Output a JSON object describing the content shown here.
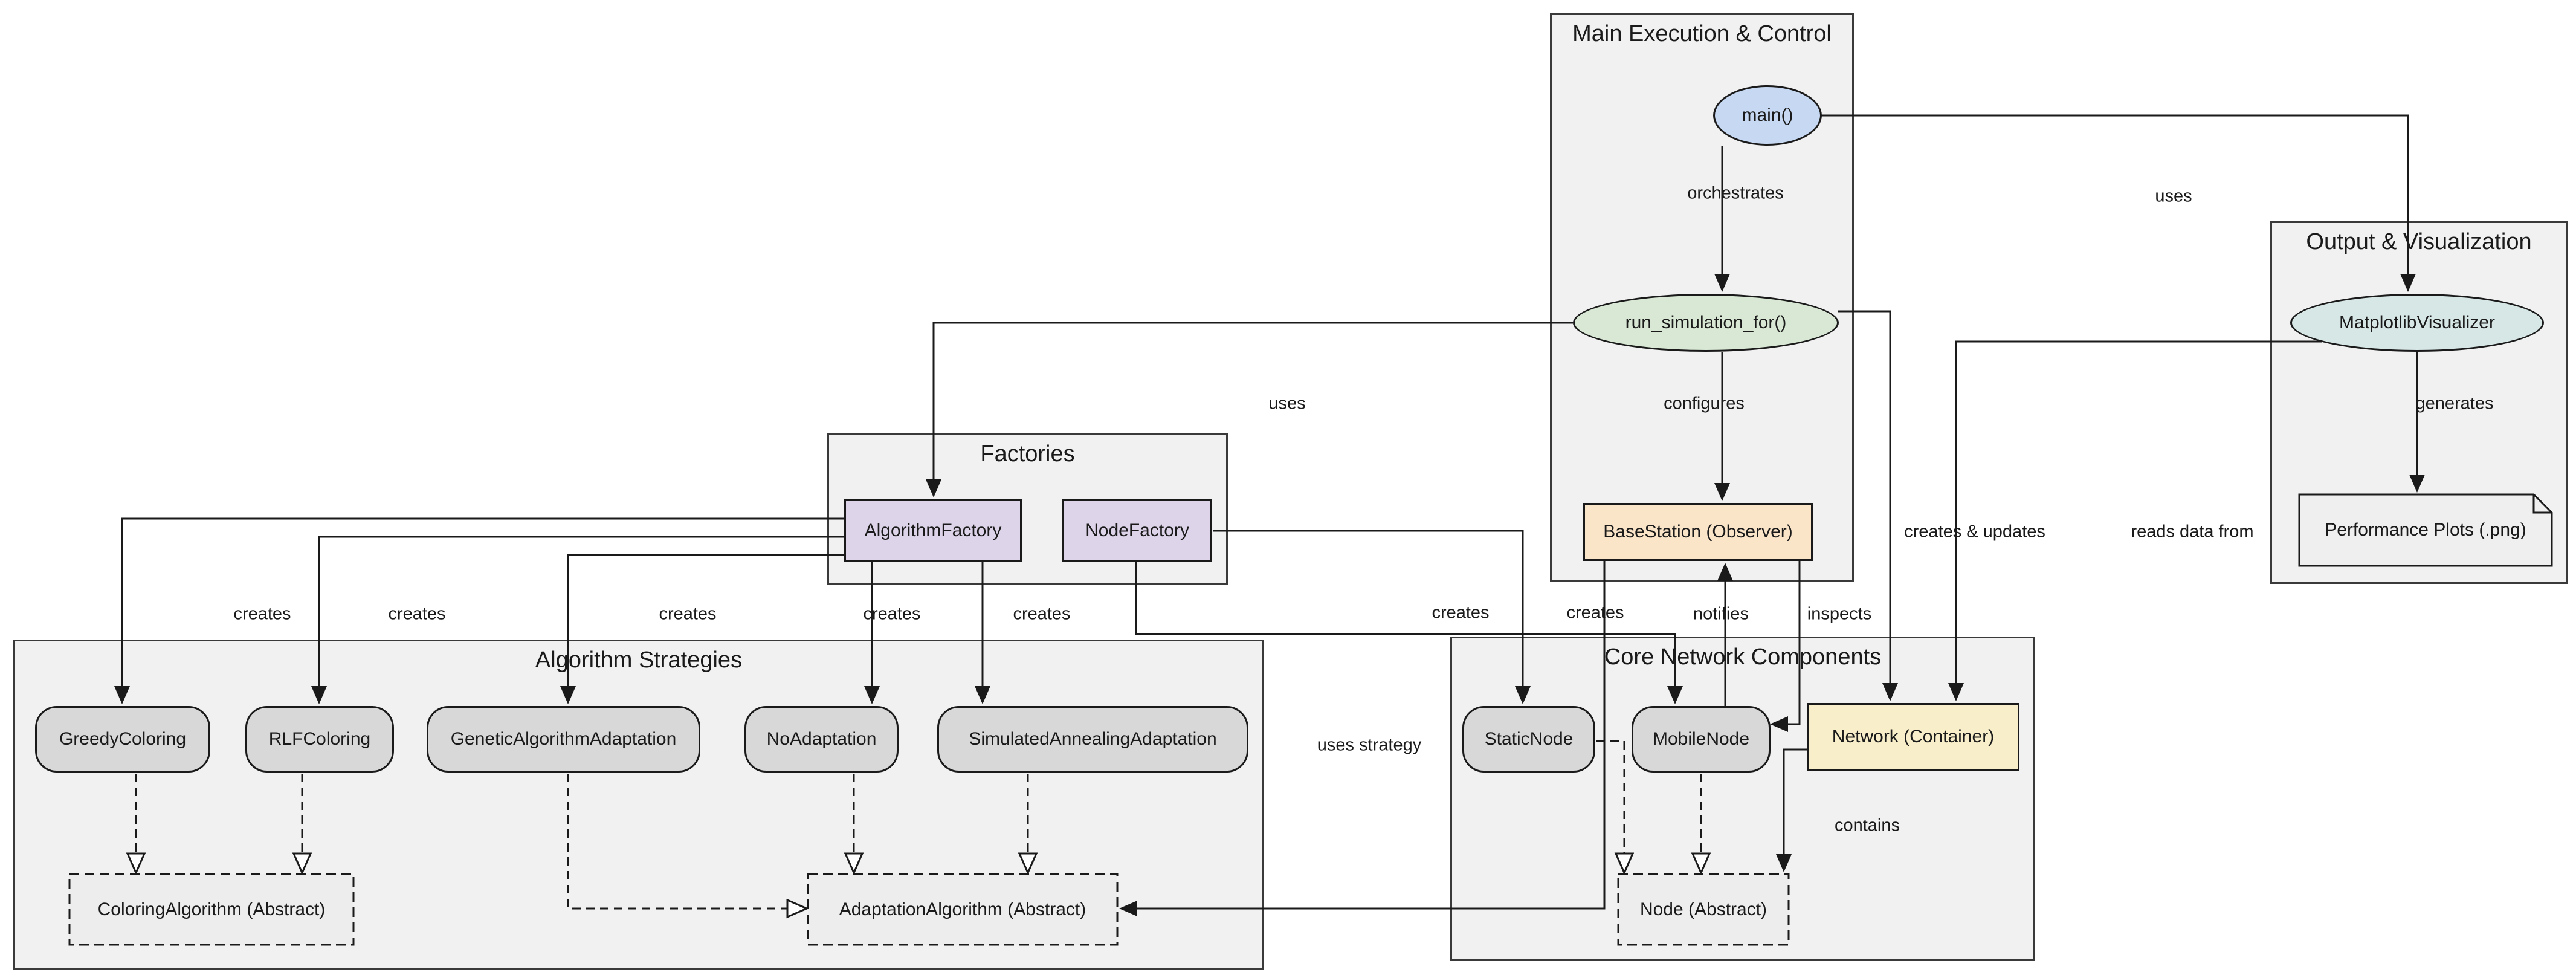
{
  "diagram": {
    "clusters": {
      "main_execution": {
        "title": "Main Execution & Control"
      },
      "output_visualization": {
        "title": "Output & Visualization"
      },
      "factories": {
        "title": "Factories"
      },
      "algorithm_strategies": {
        "title": "Algorithm Strategies"
      },
      "core_network": {
        "title": "Core Network Components"
      }
    },
    "nodes": {
      "main": {
        "label": "main()",
        "shape": "ellipse",
        "fill": "#c7d9f2"
      },
      "run_simulation_for": {
        "label": "run_simulation_for()",
        "shape": "ellipse",
        "fill": "#d8e8d4"
      },
      "matplotlib_visualizer": {
        "label": "MatplotlibVisualizer",
        "shape": "ellipse",
        "fill": "#d7e7e6"
      },
      "basestation": {
        "label": "BaseStation (Observer)",
        "shape": "box",
        "fill": "#fbe5c9"
      },
      "algorithm_factory": {
        "label": "AlgorithmFactory",
        "shape": "box",
        "fill": "#ded4ea"
      },
      "node_factory": {
        "label": "NodeFactory",
        "shape": "box",
        "fill": "#ded4ea"
      },
      "greedy_coloring": {
        "label": "GreedyColoring",
        "shape": "rounded",
        "fill": "#d8d8d8"
      },
      "rlf_coloring": {
        "label": "RLFColoring",
        "shape": "rounded",
        "fill": "#d8d8d8"
      },
      "genetic_algorithm_adaptation": {
        "label": "GeneticAlgorithmAdaptation",
        "shape": "rounded",
        "fill": "#d8d8d8"
      },
      "no_adaptation": {
        "label": "NoAdaptation",
        "shape": "rounded",
        "fill": "#d8d8d8"
      },
      "simulated_annealing_adaptation": {
        "label": "SimulatedAnnealingAdaptation",
        "shape": "rounded",
        "fill": "#d8d8d8"
      },
      "coloring_algorithm_abstract": {
        "label": "ColoringAlgorithm (Abstract)",
        "shape": "dashed-box",
        "fill": "#ededed"
      },
      "adaptation_algorithm_abstract": {
        "label": "AdaptationAlgorithm (Abstract)",
        "shape": "dashed-box",
        "fill": "#ededed"
      },
      "static_node": {
        "label": "StaticNode",
        "shape": "rounded",
        "fill": "#d8d8d8"
      },
      "mobile_node": {
        "label": "MobileNode",
        "shape": "rounded",
        "fill": "#d8d8d8"
      },
      "network_container": {
        "label": "Network (Container)",
        "shape": "box",
        "fill": "#f8eec9"
      },
      "node_abstract": {
        "label": "Node (Abstract)",
        "shape": "dashed-box",
        "fill": "#ededed"
      },
      "performance_plots": {
        "label": "Performance Plots (.png)",
        "shape": "note",
        "fill": "#efefef"
      }
    },
    "edge_labels": {
      "orchestrates": "orchestrates",
      "uses_main_to_visualizer": "uses",
      "uses_runsim_to_factory": "uses",
      "configures": "configures",
      "generates": "generates",
      "creates_greedy": "creates",
      "creates_rlf": "creates",
      "creates_genetic": "creates",
      "creates_noadaptation": "creates",
      "creates_simulated": "creates",
      "creates_staticnode": "creates",
      "creates_mobilenode": "creates",
      "notifies": "notifies",
      "inspects": "inspects",
      "creates_and_updates": "creates & updates",
      "reads_data_from": "reads data from",
      "uses_strategy": "uses strategy",
      "contains": "contains"
    },
    "edges": [
      {
        "from": "main()",
        "to": "run_simulation_for()",
        "label": "orchestrates",
        "style": "solid"
      },
      {
        "from": "main()",
        "to": "MatplotlibVisualizer",
        "label": "uses",
        "style": "solid"
      },
      {
        "from": "run_simulation_for()",
        "to": "AlgorithmFactory",
        "label": "uses",
        "style": "solid"
      },
      {
        "from": "run_simulation_for()",
        "to": "BaseStation (Observer)",
        "label": "configures",
        "style": "solid"
      },
      {
        "from": "run_simulation_for()",
        "to": "Network (Container)",
        "label": "creates & updates",
        "style": "solid"
      },
      {
        "from": "MatplotlibVisualizer",
        "to": "Network (Container)",
        "label": "reads data from",
        "style": "solid"
      },
      {
        "from": "MatplotlibVisualizer",
        "to": "Performance Plots (.png)",
        "label": "generates",
        "style": "solid"
      },
      {
        "from": "AlgorithmFactory",
        "to": "GreedyColoring",
        "label": "creates",
        "style": "solid"
      },
      {
        "from": "AlgorithmFactory",
        "to": "RLFColoring",
        "label": "creates",
        "style": "solid"
      },
      {
        "from": "AlgorithmFactory",
        "to": "GeneticAlgorithmAdaptation",
        "label": "creates",
        "style": "solid"
      },
      {
        "from": "AlgorithmFactory",
        "to": "NoAdaptation",
        "label": "creates",
        "style": "solid"
      },
      {
        "from": "AlgorithmFactory",
        "to": "SimulatedAnnealingAdaptation",
        "label": "creates",
        "style": "solid"
      },
      {
        "from": "NodeFactory",
        "to": "StaticNode",
        "label": "creates",
        "style": "solid"
      },
      {
        "from": "NodeFactory",
        "to": "MobileNode",
        "label": "creates",
        "style": "solid"
      },
      {
        "from": "BaseStation (Observer)",
        "to": "AdaptationAlgorithm (Abstract)",
        "label": "uses strategy",
        "style": "solid"
      },
      {
        "from": "MobileNode",
        "to": "BaseStation (Observer)",
        "label": "notifies",
        "style": "solid"
      },
      {
        "from": "BaseStation (Observer)",
        "to": "Network (Container)",
        "label": "inspects",
        "style": "solid"
      },
      {
        "from": "Network (Container)",
        "to": "Node (Abstract)",
        "label": "contains",
        "style": "solid"
      },
      {
        "from": "StaticNode",
        "to": "Node (Abstract)",
        "label": "",
        "style": "dashed-hollow"
      },
      {
        "from": "MobileNode",
        "to": "Node (Abstract)",
        "label": "",
        "style": "dashed-hollow"
      },
      {
        "from": "GreedyColoring",
        "to": "ColoringAlgorithm (Abstract)",
        "label": "",
        "style": "dashed-hollow"
      },
      {
        "from": "RLFColoring",
        "to": "ColoringAlgorithm (Abstract)",
        "label": "",
        "style": "dashed-hollow"
      },
      {
        "from": "GeneticAlgorithmAdaptation",
        "to": "AdaptationAlgorithm (Abstract)",
        "label": "",
        "style": "dashed-hollow"
      },
      {
        "from": "NoAdaptation",
        "to": "AdaptationAlgorithm (Abstract)",
        "label": "",
        "style": "dashed-hollow"
      },
      {
        "from": "SimulatedAnnealingAdaptation",
        "to": "AdaptationAlgorithm (Abstract)",
        "label": "",
        "style": "dashed-hollow"
      }
    ],
    "colors": {
      "cluster_fill": "#f1f1f1",
      "border": "#1a1a1a",
      "blue_node": "#c7d9f2",
      "green_node": "#d8e8d4",
      "teal_node": "#d7e7e6",
      "orange_node": "#fbe5c9",
      "purple_node": "#ded4ea",
      "yellow_node": "#f8eec9",
      "gray_node": "#d8d8d8"
    }
  }
}
